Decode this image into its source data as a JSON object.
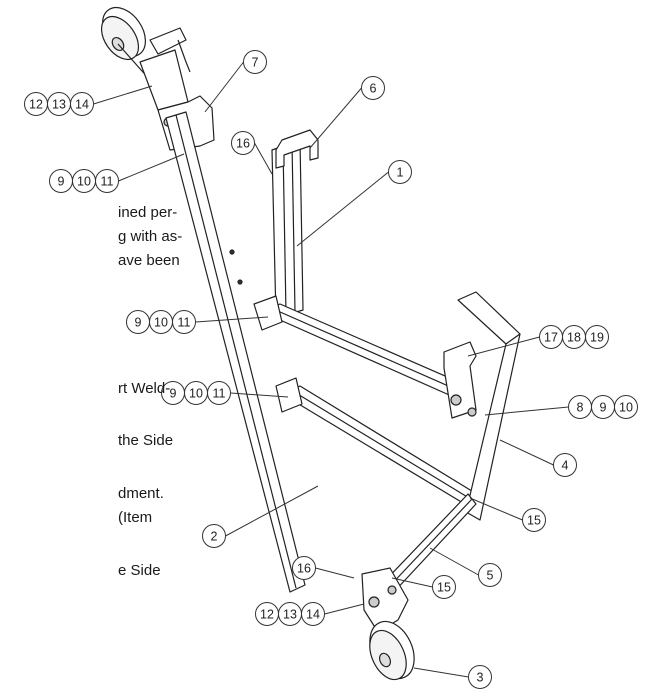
{
  "text_fragments": [
    "ined per-",
    "g with as-",
    "ave been",
    "rt Weld-",
    "the Side",
    "dment.",
    "(Item",
    "e Side"
  ],
  "balloons": [
    {
      "id": "b-12-13-14-top",
      "labels": [
        "12",
        "13",
        "14"
      ]
    },
    {
      "id": "b-7",
      "labels": [
        "7"
      ]
    },
    {
      "id": "b-6",
      "labels": [
        "6"
      ]
    },
    {
      "id": "b-16-top",
      "labels": [
        "16"
      ]
    },
    {
      "id": "b-9-10-11-top",
      "labels": [
        "9",
        "10",
        "11"
      ]
    },
    {
      "id": "b-1",
      "labels": [
        "1"
      ]
    },
    {
      "id": "b-9-10-11-mid",
      "labels": [
        "9",
        "10",
        "11"
      ]
    },
    {
      "id": "b-17-18-19",
      "labels": [
        "17",
        "18",
        "19"
      ]
    },
    {
      "id": "b-9-10-11-low",
      "labels": [
        "9",
        "10",
        "11"
      ]
    },
    {
      "id": "b-8-9-10",
      "labels": [
        "8",
        "9",
        "10"
      ]
    },
    {
      "id": "b-4",
      "labels": [
        "4"
      ]
    },
    {
      "id": "b-15-right",
      "labels": [
        "15"
      ]
    },
    {
      "id": "b-2",
      "labels": [
        "2"
      ]
    },
    {
      "id": "b-5",
      "labels": [
        "5"
      ]
    },
    {
      "id": "b-16-bottom",
      "labels": [
        "16"
      ]
    },
    {
      "id": "b-15-bottom",
      "labels": [
        "15"
      ]
    },
    {
      "id": "b-12-13-14-bottom",
      "labels": [
        "12",
        "13",
        "14"
      ]
    },
    {
      "id": "b-3",
      "labels": [
        "3"
      ]
    }
  ]
}
